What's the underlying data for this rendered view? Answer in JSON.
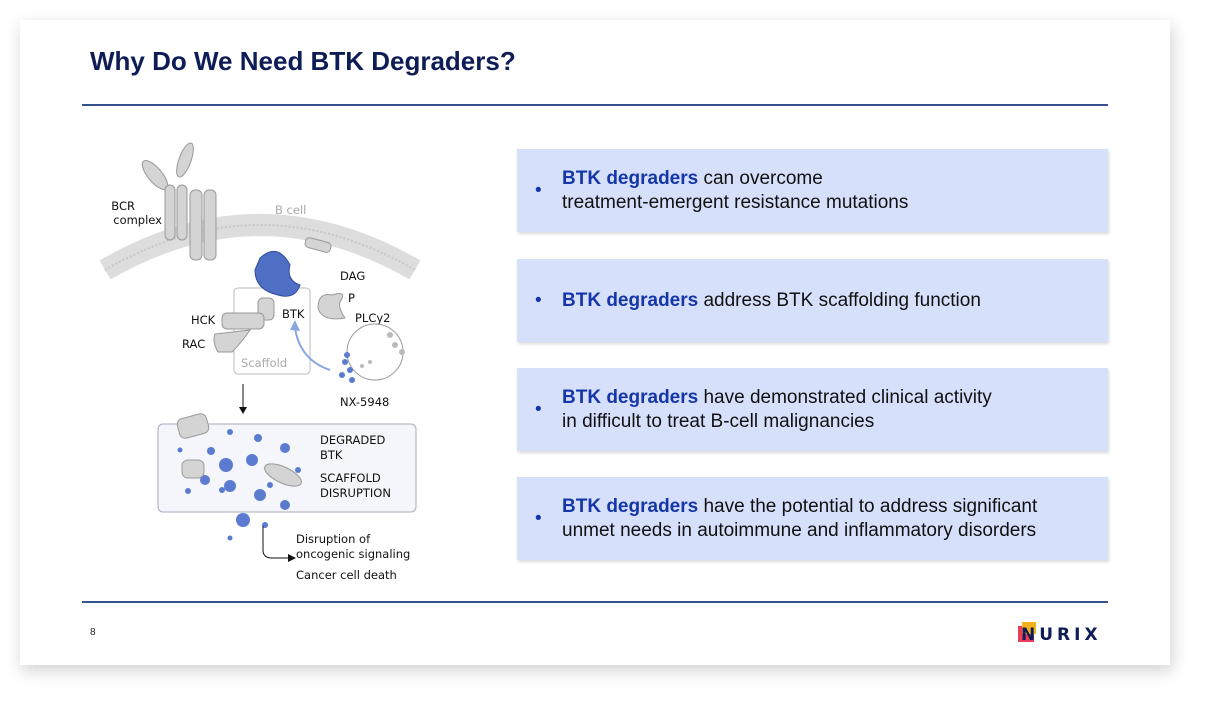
{
  "title": "Why Do We Need BTK Degraders?",
  "page_number": "8",
  "logo_text": "NURIX",
  "colors": {
    "title": "#0f1d57",
    "accent": "#1536a8",
    "box_fill": "#d6e0fb",
    "rule": "#34508f"
  },
  "diagram": {
    "b_cell": "B cell",
    "bcr_1": "BCR",
    "bcr_2": "complex",
    "dag": "DAG",
    "p": "P",
    "plcy2": "PLCy2",
    "hck": "HCK",
    "btk": "BTK",
    "rac": "RAC",
    "scaffold": "Scaffold",
    "nx": "NX-5948",
    "degraded_1": "DEGRADED",
    "degraded_2": "BTK",
    "scaffold_d1": "SCAFFOLD",
    "scaffold_d2": "DISRUPTION",
    "outcome_1": "Disruption of",
    "outcome_2": "oncogenic signaling",
    "outcome_3": "Cancer cell death"
  },
  "points": [
    {
      "bullet": "•",
      "highlight": "BTK degraders",
      "line1": " can overcome",
      "line2": "treatment-emergent resistance mutations"
    },
    {
      "bullet": "•",
      "highlight": "BTK degraders",
      "line1": " address BTK scaffolding function",
      "line2": ""
    },
    {
      "bullet": "•",
      "highlight": "BTK degraders",
      "line1": " have demonstrated clinical activity",
      "line2": "in difficult to treat B-cell malignancies"
    },
    {
      "bullet": "•",
      "highlight": "BTK degraders",
      "line1": " have the potential to address significant",
      "line2": "unmet needs in autoimmune and inflammatory disorders"
    }
  ]
}
